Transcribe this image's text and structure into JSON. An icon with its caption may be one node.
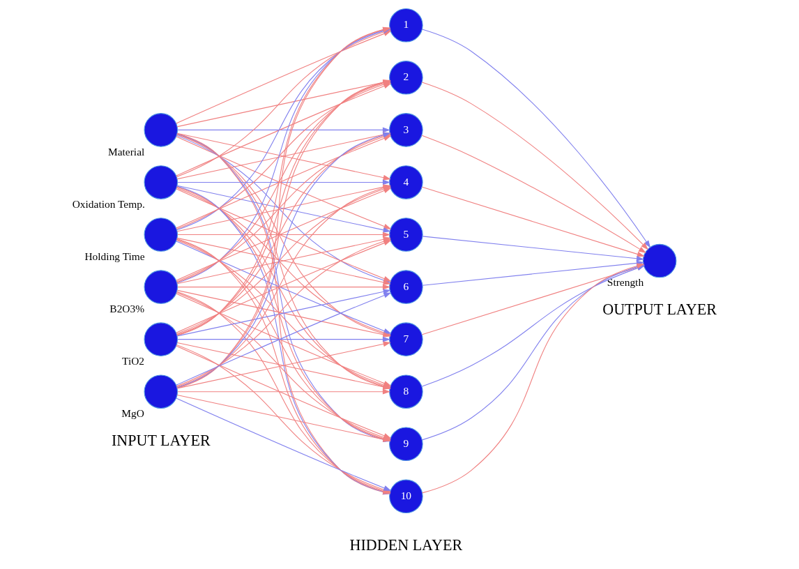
{
  "diagram": {
    "nodes": [
      {
        "text": [],
        "shape": "circle",
        "beside": [
          "Material"
        ]
      },
      {
        "text": [],
        "shape": "circle",
        "beside": [
          "Oxidation Temp."
        ]
      },
      {
        "text": [],
        "shape": "circle",
        "beside": [
          "Holding Time"
        ]
      },
      {
        "text": [],
        "shape": "circle",
        "beside": [
          "B2O3%"
        ]
      },
      {
        "text": [],
        "shape": "circle",
        "beside": [
          "TiO2"
        ]
      },
      {
        "text": [],
        "shape": "circle",
        "beside": [
          "MgO"
        ]
      },
      {
        "text": [
          "1"
        ]
      },
      {
        "text": [
          "2"
        ]
      },
      {
        "text": [
          "3"
        ]
      },
      {
        "text": [
          "4"
        ]
      },
      {
        "text": [
          "5"
        ]
      },
      {
        "text": [
          "6"
        ]
      },
      {
        "text": [
          "7"
        ]
      },
      {
        "text": [
          "8"
        ]
      },
      {
        "text": [
          "9"
        ]
      },
      {
        "text": [
          "10"
        ]
      },
      {
        "text": [],
        "shape": "circle",
        "beside": [
          "Strength"
        ]
      }
    ],
    "edges": [
      {
        "from": 0,
        "to": 6,
        "arrow": "to"
      },
      {
        "from": 0,
        "to": 7,
        "arrow": "to"
      },
      {
        "from": 0,
        "to": 8,
        "arrow": "to",
        "color": "#8080ee"
      },
      {
        "from": 0,
        "to": 9,
        "arrow": "to"
      },
      {
        "from": 0,
        "to": 10,
        "arrow": "to"
      },
      {
        "from": 0,
        "to": 11,
        "arrow": "to",
        "color": "#8080ee"
      },
      {
        "from": 0,
        "to": 12,
        "arrow": "to"
      },
      {
        "from": 0,
        "to": 13,
        "arrow": "to"
      },
      {
        "from": 0,
        "to": 14,
        "arrow": "to",
        "color": "#8080ee"
      },
      {
        "from": 0,
        "to": 15,
        "arrow": "to"
      },
      {
        "from": 1,
        "to": 6,
        "arrow": "to"
      },
      {
        "from": 1,
        "to": 7,
        "arrow": "to"
      },
      {
        "from": 1,
        "to": 8,
        "arrow": "to"
      },
      {
        "from": 1,
        "to": 9,
        "arrow": "to",
        "color": "#8080ee"
      },
      {
        "from": 1,
        "to": 10,
        "arrow": "to",
        "color": "#8080ee"
      },
      {
        "from": 1,
        "to": 11,
        "arrow": "to"
      },
      {
        "from": 1,
        "to": 12,
        "arrow": "to"
      },
      {
        "from": 1,
        "to": 13,
        "arrow": "to"
      },
      {
        "from": 1,
        "to": 14,
        "arrow": "to"
      },
      {
        "from": 1,
        "to": 15,
        "arrow": "to",
        "color": "#8080ee"
      },
      {
        "from": 2,
        "to": 6,
        "arrow": "to",
        "color": "#8080ee"
      },
      {
        "from": 2,
        "to": 7,
        "arrow": "to"
      },
      {
        "from": 2,
        "to": 8,
        "arrow": "to"
      },
      {
        "from": 2,
        "to": 9,
        "arrow": "to"
      },
      {
        "from": 2,
        "to": 10,
        "arrow": "to"
      },
      {
        "from": 2,
        "to": 11,
        "arrow": "to"
      },
      {
        "from": 2,
        "to": 12,
        "arrow": "to",
        "color": "#8080ee"
      },
      {
        "from": 2,
        "to": 13,
        "arrow": "to"
      },
      {
        "from": 2,
        "to": 14,
        "arrow": "to"
      },
      {
        "from": 2,
        "to": 15,
        "arrow": "to"
      },
      {
        "from": 3,
        "to": 6,
        "arrow": "to",
        "color": "#8080ee"
      },
      {
        "from": 3,
        "to": 7,
        "arrow": "to"
      },
      {
        "from": 3,
        "to": 8,
        "arrow": "to"
      },
      {
        "from": 3,
        "to": 9,
        "arrow": "to"
      },
      {
        "from": 3,
        "to": 10,
        "arrow": "to"
      },
      {
        "from": 3,
        "to": 11,
        "arrow": "to"
      },
      {
        "from": 3,
        "to": 12,
        "arrow": "to"
      },
      {
        "from": 3,
        "to": 13,
        "arrow": "to"
      },
      {
        "from": 3,
        "to": 14,
        "arrow": "to"
      },
      {
        "from": 3,
        "to": 15,
        "arrow": "to"
      },
      {
        "from": 4,
        "to": 6,
        "arrow": "to"
      },
      {
        "from": 4,
        "to": 7,
        "arrow": "to"
      },
      {
        "from": 4,
        "to": 8,
        "arrow": "to"
      },
      {
        "from": 4,
        "to": 9,
        "arrow": "to"
      },
      {
        "from": 4,
        "to": 10,
        "arrow": "to"
      },
      {
        "from": 4,
        "to": 11,
        "arrow": "to",
        "color": "#8080ee"
      },
      {
        "from": 4,
        "to": 12,
        "arrow": "to",
        "color": "#8080ee"
      },
      {
        "from": 4,
        "to": 13,
        "arrow": "to"
      },
      {
        "from": 4,
        "to": 14,
        "arrow": "to"
      },
      {
        "from": 4,
        "to": 15,
        "arrow": "to"
      },
      {
        "from": 5,
        "to": 6,
        "arrow": "to"
      },
      {
        "from": 5,
        "to": 7,
        "arrow": "to"
      },
      {
        "from": 5,
        "to": 8,
        "arrow": "to",
        "color": "#8080ee"
      },
      {
        "from": 5,
        "to": 9,
        "arrow": "to"
      },
      {
        "from": 5,
        "to": 10,
        "arrow": "to"
      },
      {
        "from": 5,
        "to": 11,
        "arrow": "to",
        "color": "#8080ee"
      },
      {
        "from": 5,
        "to": 12,
        "arrow": "to"
      },
      {
        "from": 5,
        "to": 13,
        "arrow": "to"
      },
      {
        "from": 5,
        "to": 14,
        "arrow": "to"
      },
      {
        "from": 5,
        "to": 15,
        "arrow": "to",
        "color": "#8080ee"
      },
      {
        "from": 6,
        "to": 16,
        "arrow": "to",
        "color": "#8080ee"
      },
      {
        "from": 7,
        "to": 16,
        "arrow": "to"
      },
      {
        "from": 8,
        "to": 16,
        "arrow": "to"
      },
      {
        "from": 9,
        "to": 16,
        "arrow": "to"
      },
      {
        "from": 10,
        "to": 16,
        "arrow": "to",
        "color": "#8080ee"
      },
      {
        "from": 11,
        "to": 16,
        "arrow": "to",
        "color": "#8080ee"
      },
      {
        "from": 12,
        "to": 16,
        "arrow": "to"
      },
      {
        "from": 13,
        "to": 16,
        "arrow": "to",
        "color": "#8080ee"
      },
      {
        "from": 14,
        "to": 16,
        "arrow": "to",
        "color": "#8080ee"
      },
      {
        "from": 15,
        "to": 16,
        "arrow": "to"
      }
    ],
    "labels": [
      "INPUT LAYER",
      "HIDDEN LAYER",
      "OUTPUT LAYER"
    ]
  }
}
